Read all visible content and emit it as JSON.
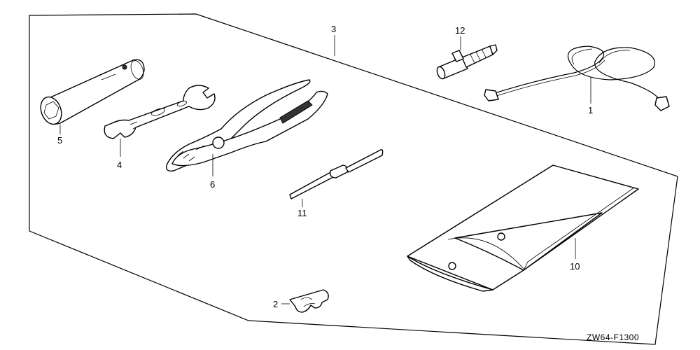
{
  "diagram": {
    "code": "ZW64-F1300",
    "callouts": {
      "c3": "3",
      "c12": "12",
      "c1": "1",
      "c5": "5",
      "c4": "4",
      "c6": "6",
      "c11": "11",
      "c10": "10",
      "c2": "2"
    }
  }
}
